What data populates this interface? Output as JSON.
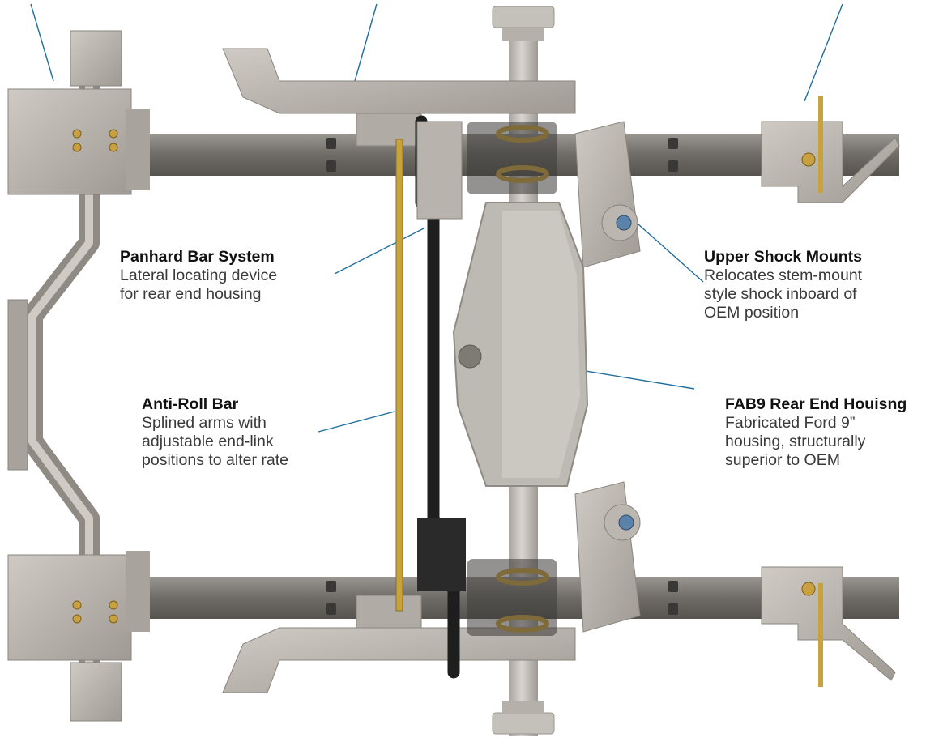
{
  "colors": {
    "leader": "#1f6e9c",
    "steel": "#b9b3ab",
    "steel_dark": "#8f8a83",
    "steel_light": "#d7d2cb",
    "frame_rail": "#6f6c68",
    "housing": "#c1bdb7",
    "axle_tube": "#c9c5c0",
    "panhard": "#222222",
    "antiroll": "#c8a23c",
    "ubolt": "#d2a63e",
    "bracket_black": "#2a2a2a"
  },
  "callouts": {
    "panhard": {
      "title": "Panhard Bar System",
      "desc": "Lateral locating device\nfor rear end housing"
    },
    "upper_shock": {
      "title": "Upper Shock Mounts",
      "desc": "Relocates stem-mount\nstyle shock inboard of\nOEM position"
    },
    "antiroll": {
      "title": "Anti-Roll Bar",
      "desc": "Splined arms with\nadjustable end-link\npositions to alter rate"
    },
    "fab9": {
      "title": "FAB9 Rear End Houisng",
      "desc": "Fabricated Ford 9”\nhousing, structurally\nsuperior to OEM"
    }
  }
}
